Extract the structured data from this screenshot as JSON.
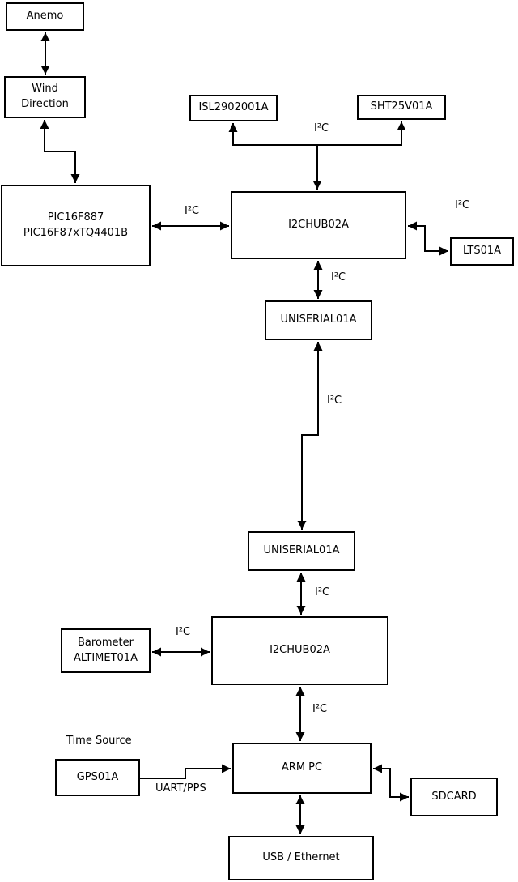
{
  "colors": {
    "line": "#000000",
    "background": "#ffffff",
    "box_fill": "#ffffff"
  },
  "boxes": {
    "anemo": {
      "label": "Anemo"
    },
    "wind_direction": {
      "label": "Wind\nDirection"
    },
    "pic": {
      "label": "PIC16F887\nPIC16F87xTQ4401B"
    },
    "isl": {
      "label": "ISL2902001A"
    },
    "sht": {
      "label": "SHT25V01A"
    },
    "hub1": {
      "label": "I2CHUB02A"
    },
    "lts": {
      "label": "LTS01A"
    },
    "uniserial1": {
      "label": "UNISERIAL01A"
    },
    "uniserial2": {
      "label": "UNISERIAL01A"
    },
    "barometer": {
      "label": "Barometer\nALTIMET01A"
    },
    "hub2": {
      "label": "I2CHUB02A"
    },
    "arm_pc": {
      "label": "ARM PC"
    },
    "gps": {
      "label": "GPS01A"
    },
    "sdcard": {
      "label": "SDCARD"
    },
    "usb_ethernet": {
      "label": "USB / Ethernet"
    }
  },
  "labels": {
    "bus_top": "I²C",
    "pic_hub1": "I²C",
    "hub1_lts": "I²C",
    "hub1_uniserial1": "I²C",
    "uniserial_link": "I²C",
    "uniserial2_hub2": "I²C",
    "barometer_hub2": "I²C",
    "hub2_armpc": "I²C",
    "time_source": "Time Source",
    "uart_pps": "UART/PPS"
  }
}
